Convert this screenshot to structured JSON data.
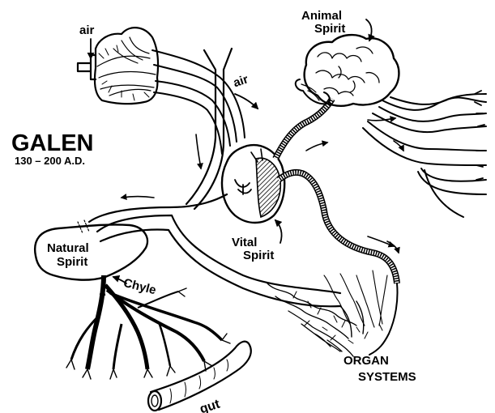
{
  "title": "GALEN",
  "dates": "130 – 200 A.D.",
  "labels": {
    "air_top": "air",
    "air_trachea": "air",
    "animal_spirit_line1": "Animal",
    "animal_spirit_line2": "Spirit",
    "vital_spirit_line1": "Vital",
    "vital_spirit_line2": "Spirit",
    "natural_spirit_line1": "Natural",
    "natural_spirit_line2": "Spirit",
    "chyle": "Chyle",
    "gut": "gut",
    "organ_systems_line1": "ORGAN",
    "organ_systems_line2": "SYSTEMS"
  },
  "colors": {
    "ink": "#000000",
    "paper": "#ffffff"
  }
}
